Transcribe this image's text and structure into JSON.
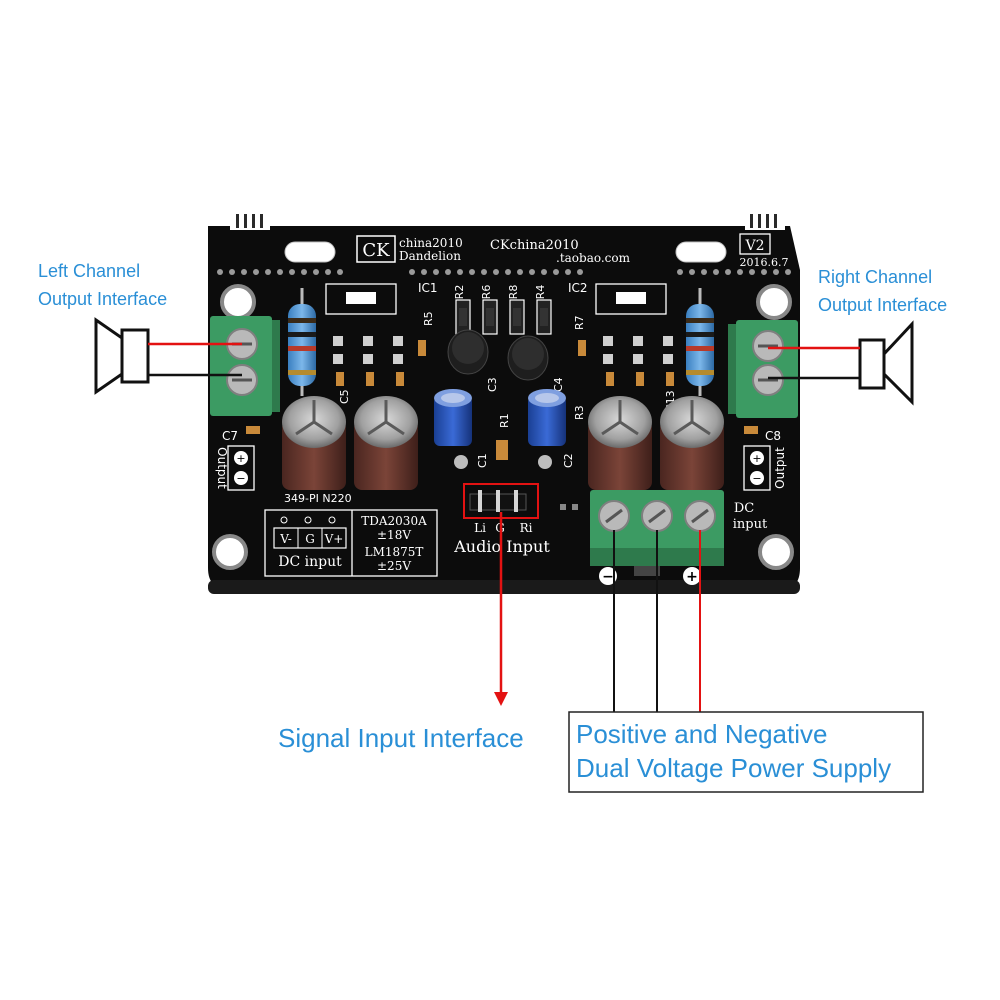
{
  "callouts": {
    "left_output": [
      "Left Channel",
      "Output Interface"
    ],
    "right_output": [
      "Right Channel",
      "Output Interface"
    ],
    "signal_input": "Signal Input Interface",
    "power_supply": [
      "Positive and Negative",
      "Dual Voltage Power Supply"
    ]
  },
  "board": {
    "logo": "CK",
    "brand_top": "china2010",
    "brand_bottom": "Dandelion",
    "brand_right": "CKchina2010",
    "shop": ".taobao.com",
    "version": "V2",
    "date": "2016.6.7",
    "refs": {
      "ic1": "IC1",
      "ic2": "IC2",
      "r2": "R2",
      "r6": "R6",
      "r8": "R8",
      "r4": "R4",
      "r5": "R5",
      "r7": "R7",
      "r3": "R3",
      "r1": "R1",
      "c3": "C3",
      "c4": "C4",
      "c5": "C5",
      "c13": "C13",
      "c1": "C1",
      "c2": "C2",
      "c7": "C7",
      "c8": "C8"
    },
    "left_output_label": "Output",
    "right_output_label": "Output",
    "cap_marking": "349-PI N220",
    "chip_box": {
      "pins": [
        "V-",
        "G",
        "V+"
      ],
      "dc_input": "DC input",
      "tda": "TDA2030A",
      "tda_v": "±18V",
      "lm": "LM1875T",
      "lm_v": "±25V"
    },
    "audio_pins": [
      "Li",
      "G",
      "Ri"
    ],
    "audio_input": "Audio Input",
    "dc_in": [
      "DC",
      "input"
    ],
    "minus": "−",
    "plus": "+"
  },
  "colors": {
    "callout_text": "#2a8fd6",
    "wire_red": "#e31212",
    "wire_black": "#111111",
    "pcb": "#0c0c0c",
    "terminal_green": "#3c9b63",
    "cap_brown": "#6b3a30",
    "cap_blue": "#1f4fb5"
  }
}
